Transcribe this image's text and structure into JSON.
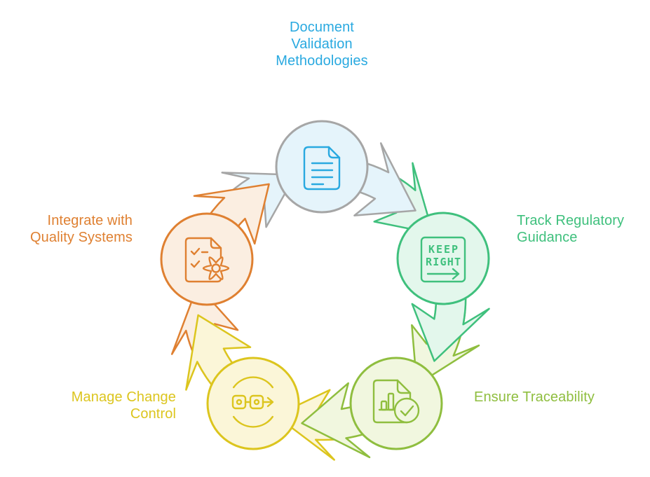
{
  "diagram": {
    "type": "cycle",
    "direction": "clockwise",
    "background": "#ffffff"
  },
  "nodes": [
    {
      "id": "document-validation-methodologies",
      "label": "Document\nValidation\nMethodologies",
      "icon": "document-lines-icon",
      "fill": "#e5f4fb",
      "border": "#a6a6a6",
      "accent": "#29a9e0"
    },
    {
      "id": "track-regulatory-guidance",
      "label": "Track Regulatory\nGuidance",
      "icon": "keep-right-sign-icon",
      "icon_text": {
        "line1": "KEEP",
        "line2": "RIGHT"
      },
      "fill": "#e3f7ec",
      "border": "#3fc07d",
      "accent": "#3fc07d"
    },
    {
      "id": "ensure-traceability",
      "label": "Ensure Traceability",
      "icon": "report-check-icon",
      "fill": "#f1f7df",
      "border": "#8fbe3f",
      "accent": "#8fbe3f"
    },
    {
      "id": "manage-change-control",
      "label": "Manage Change\nControl",
      "icon": "review-workflow-icon",
      "fill": "#fbf6d8",
      "border": "#dcc51e",
      "accent": "#dcc51e"
    },
    {
      "id": "integrate-with-quality-systems",
      "label": "Integrate with\nQuality Systems",
      "icon": "checklist-gear-icon",
      "fill": "#fbeee1",
      "border": "#df8031",
      "accent": "#df8031"
    }
  ]
}
